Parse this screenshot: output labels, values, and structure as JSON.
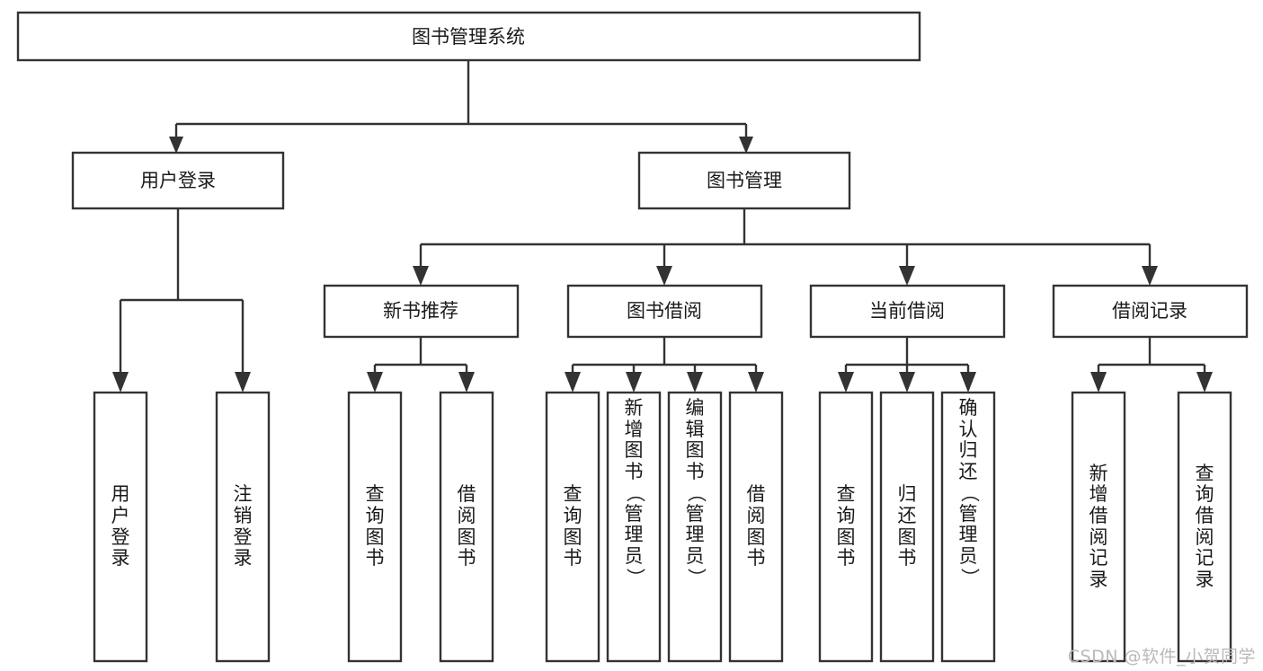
{
  "diagram": {
    "type": "tree",
    "title": "图书管理系统",
    "root": {
      "label": "图书管理系统"
    },
    "level2": [
      {
        "label": "用户登录"
      },
      {
        "label": "图书管理"
      }
    ],
    "level3": [
      {
        "label": "新书推荐"
      },
      {
        "label": "图书借阅"
      },
      {
        "label": "当前借阅"
      },
      {
        "label": "借阅记录"
      }
    ],
    "leaves": {
      "user_login": [
        {
          "label": "用户登录"
        },
        {
          "label": "注销登录"
        }
      ],
      "new_book": [
        {
          "label": "查询图书"
        },
        {
          "label": "借阅图书"
        }
      ],
      "borrow_book": [
        {
          "label": "查询图书"
        },
        {
          "label": "新增图书（管理员）"
        },
        {
          "label": "编辑图书（管理员）"
        },
        {
          "label": "借阅图书"
        }
      ],
      "current_borrow": [
        {
          "label": "查询图书"
        },
        {
          "label": "归还图书"
        },
        {
          "label": "确认归还（管理员）"
        }
      ],
      "borrow_record": [
        {
          "label": "新增借阅记录"
        },
        {
          "label": "查询借阅记录"
        }
      ]
    }
  },
  "watermark": {
    "text": "CSDN @软件_小贺同学"
  },
  "colors": {
    "stroke": "#333333",
    "fill": "#ffffff",
    "text": "#1a1a1a",
    "watermark": "#b9b9b9"
  }
}
